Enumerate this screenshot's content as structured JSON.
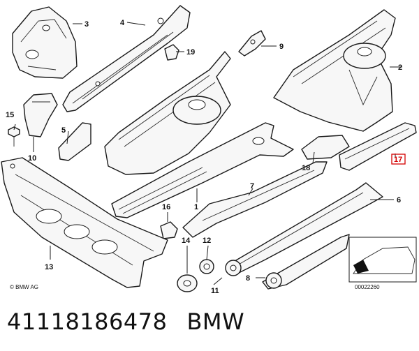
{
  "caption": {
    "part_number": "41118186478",
    "brand": "BMW"
  },
  "copyright": "© BMW AG",
  "image_code": "00022260",
  "callouts": {
    "c1": "1",
    "c2": "2",
    "c3": "3",
    "c4": "4",
    "c5": "5",
    "c6": "6",
    "c7": "7",
    "c8": "8",
    "c9": "9",
    "c10": "10",
    "c11": "11",
    "c12": "12",
    "c13": "13",
    "c14": "14",
    "c15": "15",
    "c16": "16",
    "c17": "17",
    "c18": "18",
    "c19": "19"
  },
  "highlighted_callout": "17",
  "colors": {
    "highlight": "#d40000",
    "line": "#1a1a1a",
    "fill": "#f7f7f7"
  }
}
